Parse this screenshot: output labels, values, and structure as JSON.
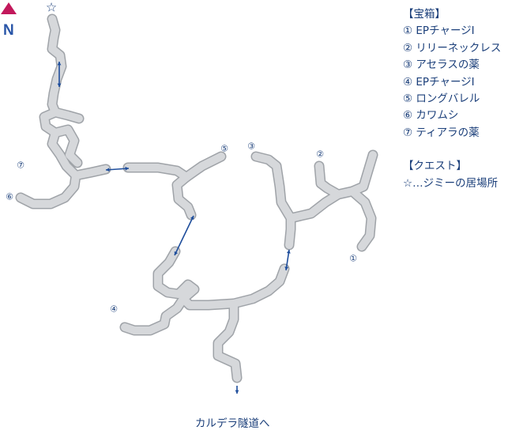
{
  "north": {
    "label": "N",
    "arrow_color": "#c2185b"
  },
  "legend": {
    "treasure_header": "【宝箱】",
    "treasures": [
      {
        "num": "①",
        "name": "EPチャージI"
      },
      {
        "num": "②",
        "name": "リリーネックレス"
      },
      {
        "num": "③",
        "name": "アセラスの薬"
      },
      {
        "num": "④",
        "name": "EPチャージI"
      },
      {
        "num": "⑤",
        "name": "ロングバレル"
      },
      {
        "num": "⑥",
        "name": "カワムシ"
      },
      {
        "num": "⑦",
        "name": "ティアラの薬"
      }
    ],
    "quest_header": "【クエスト】",
    "quest_item": "☆…ジミーの居場所"
  },
  "markers": [
    "①",
    "②",
    "③",
    "④",
    "⑤",
    "⑥",
    "⑦"
  ],
  "quest_marker": "☆",
  "exit_label": "カルデラ隧道へ",
  "colors": {
    "path_fill": "#d6d8db",
    "path_edge": "#9fa3a8",
    "link": "#1f4e9c",
    "text": "#1b3f7a"
  }
}
